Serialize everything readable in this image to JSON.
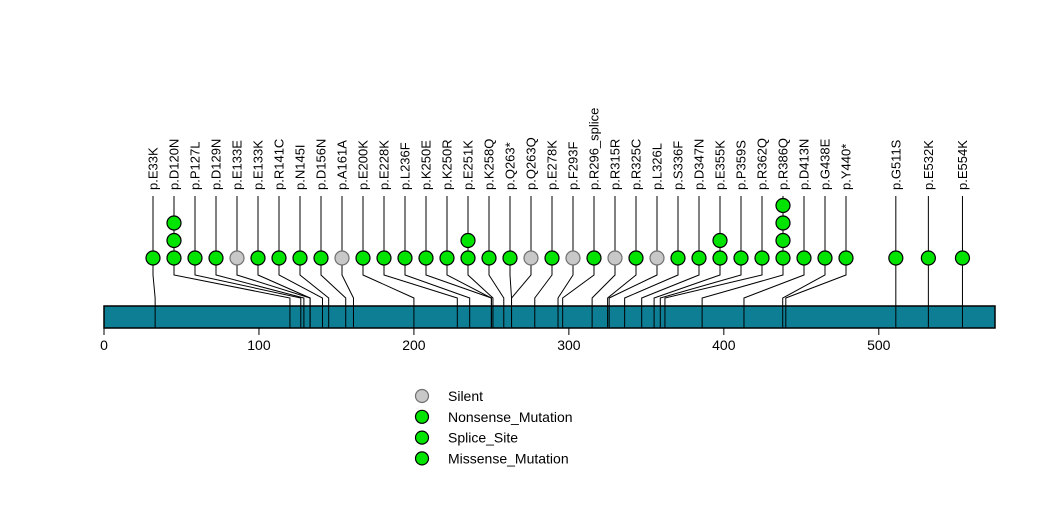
{
  "chart_data": {
    "type": "lollipop",
    "title": "",
    "xlabel": "",
    "ylabel": "",
    "protein": {
      "length": 575,
      "bar_color": "#0e7e95",
      "bar_border_color": "#000000",
      "axis_ticks": [
        0,
        100,
        200,
        300,
        400,
        500
      ]
    },
    "type_colors": {
      "Silent": "#c8c8c8",
      "Nonsense_Mutation": "#00e400",
      "Splice_Site": "#00e400",
      "Missense_Mutation": "#00e400"
    },
    "type_border_colors": {
      "Silent": "#707070",
      "Nonsense_Mutation": "#000000",
      "Splice_Site": "#000000",
      "Missense_Mutation": "#000000"
    },
    "legend": [
      {
        "label": "Silent",
        "color": "#c8c8c8",
        "border": "#707070"
      },
      {
        "label": "Nonsense_Mutation",
        "color": "#00e400",
        "border": "#000000"
      },
      {
        "label": "Splice_Site",
        "color": "#00e400",
        "border": "#000000"
      },
      {
        "label": "Missense_Mutation",
        "color": "#00e400",
        "border": "#000000"
      }
    ],
    "mutations": [
      {
        "label": "p.E33K",
        "pos": 33,
        "count": 1,
        "type": "Missense_Mutation"
      },
      {
        "label": "p.D120N",
        "pos": 120,
        "count": 3,
        "type": "Missense_Mutation"
      },
      {
        "label": "p.P127L",
        "pos": 127,
        "count": 1,
        "type": "Missense_Mutation"
      },
      {
        "label": "p.D129N",
        "pos": 129,
        "count": 1,
        "type": "Missense_Mutation"
      },
      {
        "label": "p.E133E",
        "pos": 133,
        "count": 1,
        "type": "Silent"
      },
      {
        "label": "p.E133K",
        "pos": 133,
        "count": 1,
        "type": "Missense_Mutation"
      },
      {
        "label": "p.R141C",
        "pos": 141,
        "count": 1,
        "type": "Missense_Mutation"
      },
      {
        "label": "p.N145I",
        "pos": 145,
        "count": 1,
        "type": "Missense_Mutation"
      },
      {
        "label": "p.D156N",
        "pos": 156,
        "count": 1,
        "type": "Missense_Mutation"
      },
      {
        "label": "p.A161A",
        "pos": 161,
        "count": 1,
        "type": "Silent"
      },
      {
        "label": "p.E200K",
        "pos": 200,
        "count": 1,
        "type": "Missense_Mutation"
      },
      {
        "label": "p.E228K",
        "pos": 228,
        "count": 1,
        "type": "Missense_Mutation"
      },
      {
        "label": "p.L236F",
        "pos": 236,
        "count": 1,
        "type": "Missense_Mutation"
      },
      {
        "label": "p.K250E",
        "pos": 250,
        "count": 1,
        "type": "Missense_Mutation"
      },
      {
        "label": "p.K250R",
        "pos": 250,
        "count": 1,
        "type": "Missense_Mutation"
      },
      {
        "label": "p.E251K",
        "pos": 251,
        "count": 2,
        "type": "Missense_Mutation"
      },
      {
        "label": "p.K258Q",
        "pos": 258,
        "count": 1,
        "type": "Missense_Mutation"
      },
      {
        "label": "p.Q263*",
        "pos": 263,
        "count": 1,
        "type": "Nonsense_Mutation"
      },
      {
        "label": "p.Q263Q",
        "pos": 263,
        "count": 1,
        "type": "Silent"
      },
      {
        "label": "p.E278K",
        "pos": 278,
        "count": 1,
        "type": "Missense_Mutation"
      },
      {
        "label": "p.F293F",
        "pos": 293,
        "count": 1,
        "type": "Silent"
      },
      {
        "label": "p.R296_splice",
        "pos": 296,
        "count": 1,
        "type": "Splice_Site"
      },
      {
        "label": "p.R315R",
        "pos": 315,
        "count": 1,
        "type": "Silent"
      },
      {
        "label": "p.R325C",
        "pos": 325,
        "count": 1,
        "type": "Missense_Mutation"
      },
      {
        "label": "p.L326L",
        "pos": 326,
        "count": 1,
        "type": "Silent"
      },
      {
        "label": "p.S336F",
        "pos": 336,
        "count": 1,
        "type": "Missense_Mutation"
      },
      {
        "label": "p.D347N",
        "pos": 347,
        "count": 1,
        "type": "Missense_Mutation"
      },
      {
        "label": "p.E355K",
        "pos": 355,
        "count": 2,
        "type": "Missense_Mutation"
      },
      {
        "label": "p.P359S",
        "pos": 359,
        "count": 1,
        "type": "Missense_Mutation"
      },
      {
        "label": "p.R362Q",
        "pos": 362,
        "count": 1,
        "type": "Missense_Mutation"
      },
      {
        "label": "p.R386Q",
        "pos": 386,
        "count": 4,
        "type": "Missense_Mutation"
      },
      {
        "label": "p.D413N",
        "pos": 413,
        "count": 1,
        "type": "Missense_Mutation"
      },
      {
        "label": "p.G438E",
        "pos": 438,
        "count": 1,
        "type": "Missense_Mutation"
      },
      {
        "label": "p.Y440*",
        "pos": 440,
        "count": 1,
        "type": "Nonsense_Mutation"
      },
      {
        "label": "p.G511S",
        "pos": 511,
        "count": 1,
        "type": "Missense_Mutation"
      },
      {
        "label": "p.E532K",
        "pos": 532,
        "count": 1,
        "type": "Missense_Mutation"
      },
      {
        "label": "p.E554K",
        "pos": 554,
        "count": 1,
        "type": "Missense_Mutation"
      }
    ],
    "layout_hints": {
      "legend_position": "bottom-center",
      "grid": false,
      "label_rotation_degrees": 90
    }
  }
}
